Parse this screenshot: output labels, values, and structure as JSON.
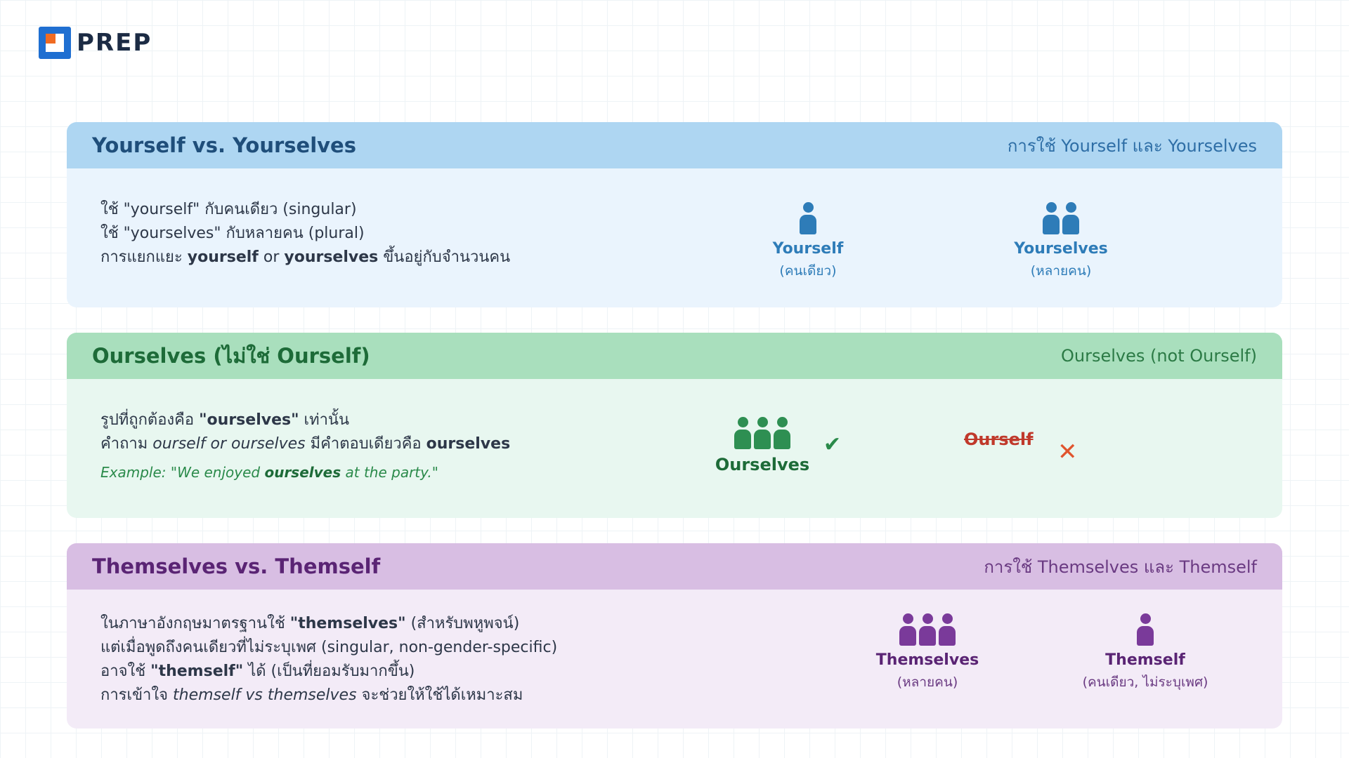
{
  "logo": {
    "text": "PREP",
    "colors": {
      "blue": "#1f6fd1",
      "orange": "#f06b22"
    }
  },
  "sections": {
    "yourself": {
      "title": "Yourself vs. Yourselves",
      "subtitle": "การใช้ Yourself และ Yourselves",
      "lines": {
        "l1": "ใช้ \"yourself\" กับคนเดียว (singular)",
        "l2": "ใช้ \"yourselves\" กับหลายคน (plural)",
        "l3_pre": "การแยกแยะ ",
        "l3_b1": "yourself",
        "l3_mid": " or ",
        "l3_b2": "yourselves",
        "l3_post": " ขึ้นอยู่กับจำนวนคน"
      },
      "fig1": {
        "label": "Yourself",
        "note": "(คนเดียว)",
        "icon": "person-icon"
      },
      "fig2": {
        "label": "Yourselves",
        "note": "(หลายคน)",
        "icon": "two-people-icon"
      },
      "color": "#2e7cb8"
    },
    "ourselves": {
      "title": "Ourselves (ไม่ใช่ Ourself)",
      "subtitle": "Ourselves (not Ourself)",
      "lines": {
        "l1_pre": "รูปที่ถูกต้องคือ ",
        "l1_b": "\"ourselves\"",
        "l1_post": " เท่านั้น",
        "l2_pre": "คำถาม ",
        "l2_i": "ourself or ourselves",
        "l2_mid": " มีคำตอบเดียวคือ ",
        "l2_b": "ourselves",
        "ex_pre": "Example: \"We enjoyed ",
        "ex_b": "ourselves",
        "ex_post": " at the party.\""
      },
      "fig_correct": {
        "label": "Ourselves",
        "icon": "group-icon",
        "mark": "✔"
      },
      "fig_wrong": {
        "label": "Ourself",
        "mark": "✕"
      },
      "color": "#2e8f52"
    },
    "themselves": {
      "title": "Themselves vs. Themself",
      "subtitle": "การใช้ Themselves และ Themself",
      "lines": {
        "l1_pre": "ในภาษาอังกฤษมาตรฐานใช้ ",
        "l1_b": "\"themselves\"",
        "l1_post": " (สำหรับพหูพจน์)",
        "l2": "แต่เมื่อพูดถึงคนเดียวที่ไม่ระบุเพศ (singular, non-gender-specific)",
        "l3_pre": "อาจใช้ ",
        "l3_b": "\"themself\"",
        "l3_post": " ได้ (เป็นที่ยอมรับมากขึ้น)",
        "l4_pre": "การเข้าใจ ",
        "l4_i": "themself vs themselves",
        "l4_post": " จะช่วยให้ใช้ได้เหมาะสม"
      },
      "fig1": {
        "label": "Themselves",
        "note": "(หลายคน)",
        "icon": "group-icon"
      },
      "fig2": {
        "label": "Themself",
        "note": "(คนเดียว, ไม่ระบุเพศ)",
        "icon": "person-icon"
      },
      "color": "#7a3a9a"
    }
  }
}
